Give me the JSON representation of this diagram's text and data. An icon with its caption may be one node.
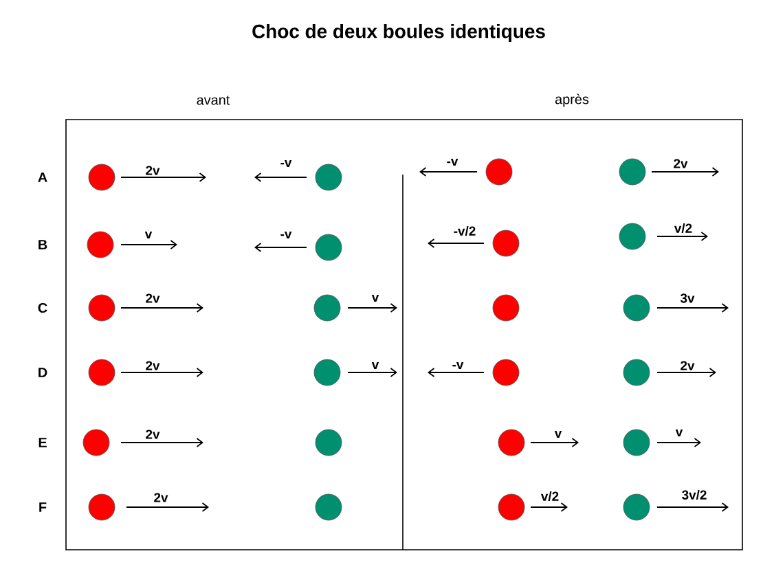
{
  "diagram": {
    "title": "Choc de deux boules identiques",
    "nodes": [
      {
        "text": [],
        "shape": "circle",
        "beside": [
          "2v"
        ]
      },
      {
        "text": [],
        "shape": "circle",
        "beside": [
          "-v"
        ]
      },
      {
        "text": [],
        "shape": "circle",
        "beside": [
          "-v"
        ]
      },
      {
        "text": [],
        "shape": "circle",
        "beside": [
          "2v"
        ]
      },
      {
        "text": [],
        "shape": "circle",
        "beside": [
          "v"
        ]
      },
      {
        "text": [],
        "shape": "circle",
        "beside": [
          "-v"
        ]
      },
      {
        "text": [],
        "shape": "circle",
        "beside": [
          "-v/2"
        ]
      },
      {
        "text": [],
        "shape": "circle",
        "beside": [
          "v/2"
        ]
      },
      {
        "text": [],
        "shape": "circle",
        "beside": [
          "2v"
        ]
      },
      {
        "text": [],
        "shape": "circle",
        "beside": [
          "v"
        ]
      },
      {
        "text": [],
        "shape": "circle"
      },
      {
        "text": [],
        "shape": "circle",
        "beside": [
          "3v"
        ]
      },
      {
        "text": [],
        "shape": "circle",
        "beside": [
          "2v"
        ]
      },
      {
        "text": [],
        "shape": "circle",
        "beside": [
          "v"
        ]
      },
      {
        "text": [],
        "shape": "circle",
        "beside": [
          "-v"
        ]
      },
      {
        "text": [],
        "shape": "circle",
        "beside": [
          "2v"
        ]
      },
      {
        "text": [],
        "shape": "circle",
        "beside": [
          "2v"
        ]
      },
      {
        "text": [],
        "shape": "circle"
      },
      {
        "text": [],
        "shape": "circle",
        "beside": [
          "v"
        ]
      },
      {
        "text": [],
        "shape": "circle",
        "beside": [
          "v"
        ]
      },
      {
        "text": [],
        "shape": "circle",
        "beside": [
          "2v"
        ]
      },
      {
        "text": [],
        "shape": "circle"
      },
      {
        "text": [],
        "shape": "circle",
        "beside": [
          "v/2"
        ]
      },
      {
        "text": [],
        "shape": "circle",
        "beside": [
          "3v/2"
        ]
      }
    ],
    "labels": [
      "avant",
      "après",
      "A",
      "B",
      "C",
      "D",
      "E",
      "F"
    ]
  }
}
